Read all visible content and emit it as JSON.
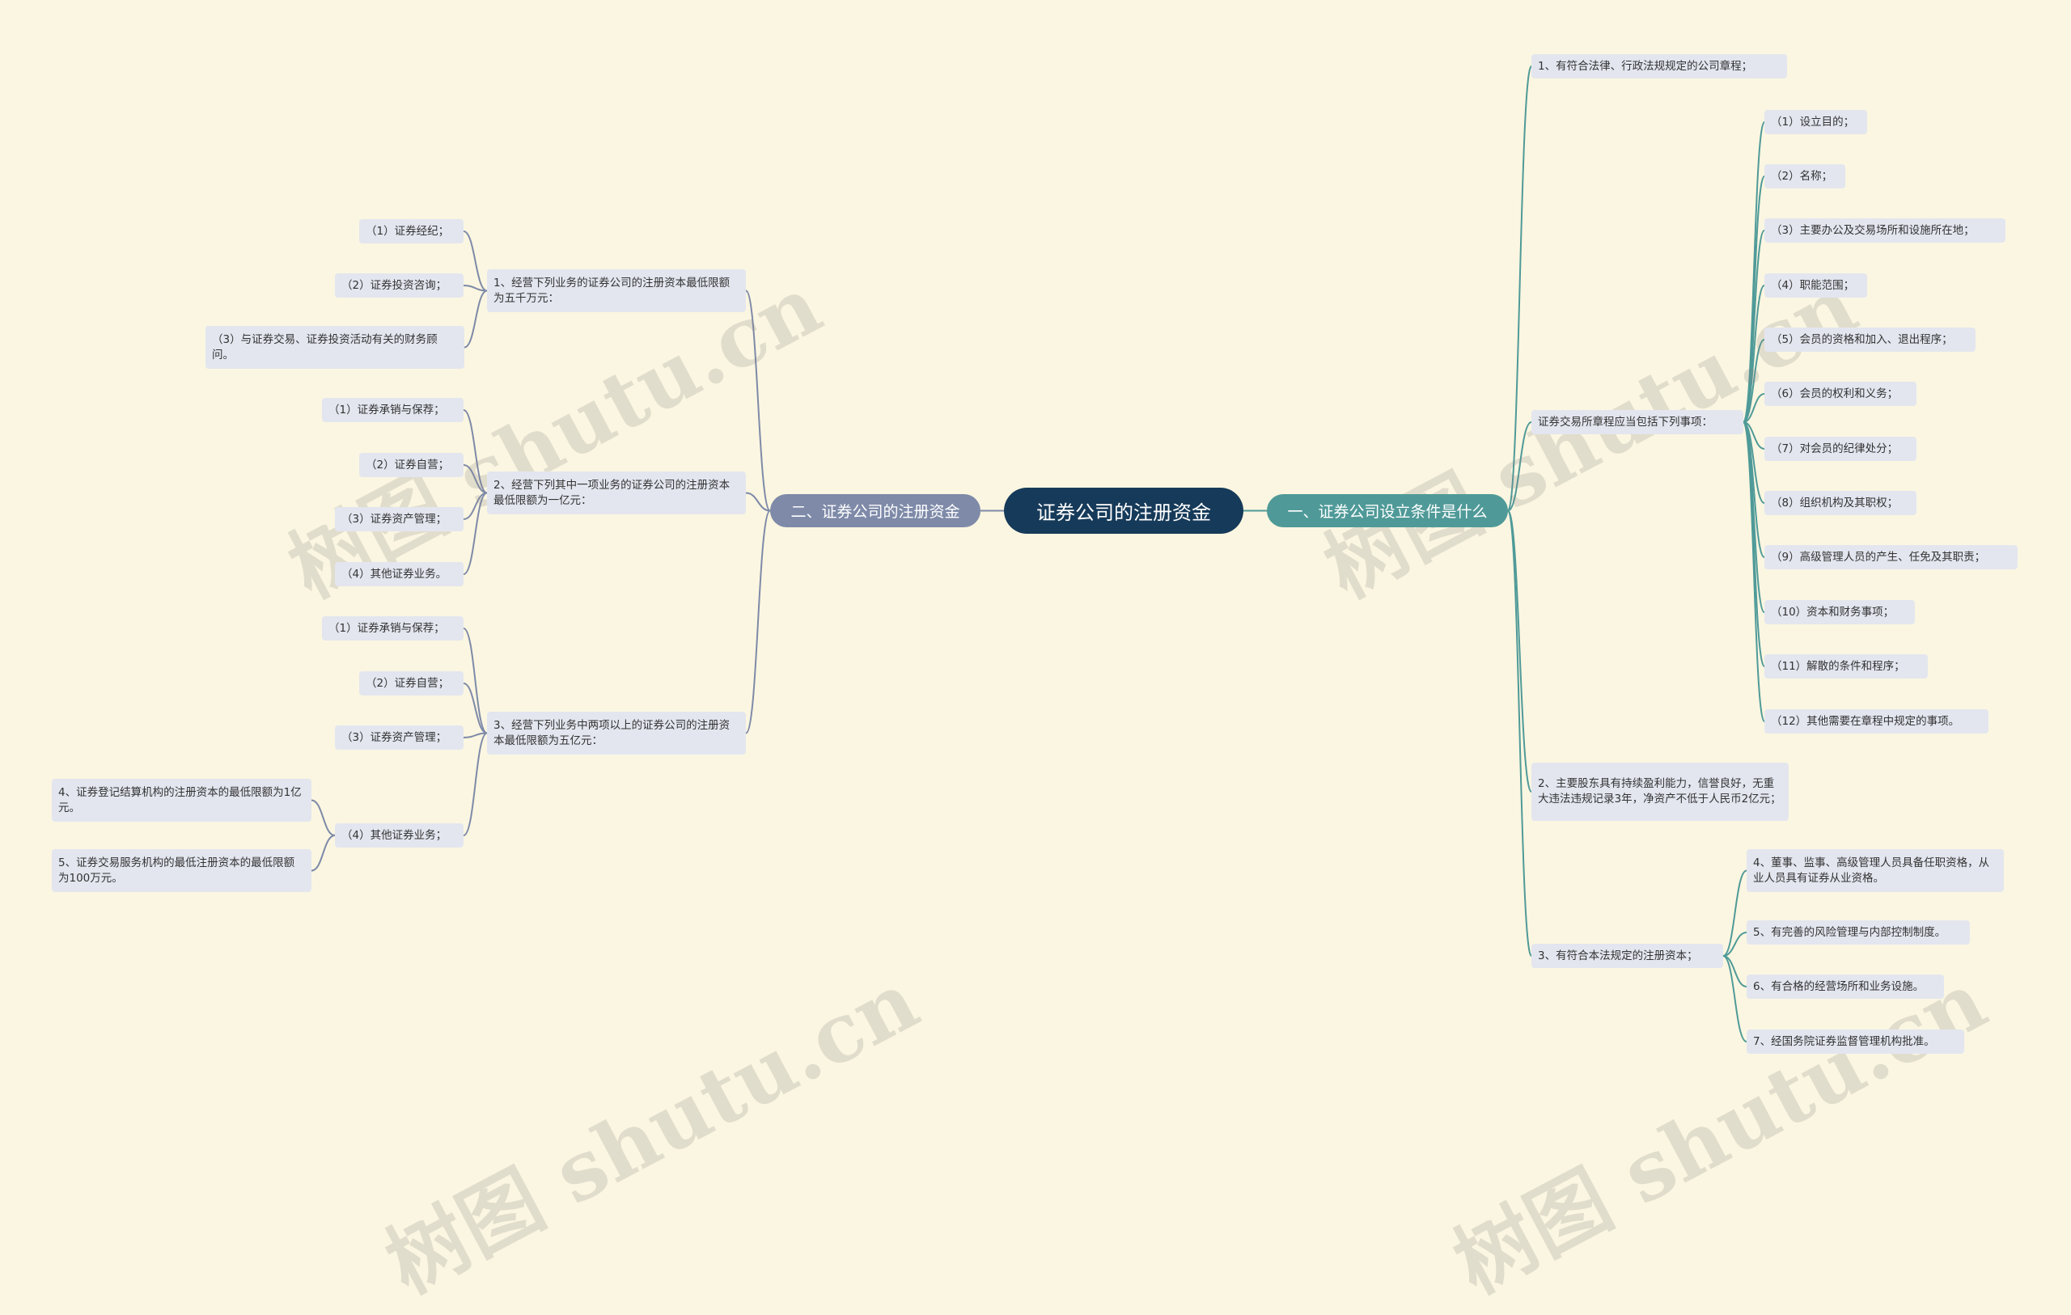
{
  "root": {
    "label": "证券公司的注册资金"
  },
  "right_branch": {
    "label": "一、证券公司设立条件是什么",
    "items": [
      {
        "text": "1、有符合法律、行政法规规定的公司章程；"
      },
      {
        "text": "证券交易所章程应当包括下列事项：",
        "children": [
          "（1）设立目的；",
          "（2）名称；",
          "（3）主要办公及交易场所和设施所在地；",
          "（4）职能范围；",
          "（5）会员的资格和加入、退出程序；",
          "（6）会员的权利和义务；",
          "（7）对会员的纪律处分；",
          "（8）组织机构及其职权；",
          "（9）高级管理人员的产生、任免及其职责；",
          "（10）资本和财务事项；",
          "（11）解散的条件和程序；",
          "（12）其他需要在章程中规定的事项。"
        ]
      },
      {
        "text": "2、主要股东具有持续盈利能力，信誉良好，无重大违法违规记录3年，净资产不低于人民币2亿元；"
      },
      {
        "text": "3、有符合本法规定的注册资本；",
        "children": [
          "4、董事、监事、高级管理人员具备任职资格，从业人员具有证券从业资格。",
          "5、有完善的风险管理与内部控制制度。",
          "6、有合格的经营场所和业务设施。",
          "7、经国务院证券监督管理机构批准。"
        ]
      }
    ]
  },
  "left_branch": {
    "label": "二、证券公司的注册资金",
    "items": [
      {
        "text": "1、经营下列业务的证券公司的注册资本最低限额为五千万元：",
        "children": [
          "（1）证券经纪；",
          "（2）证券投资咨询；",
          "（3）与证券交易、证券投资活动有关的财务顾问。"
        ]
      },
      {
        "text": "2、经营下列其中一项业务的证券公司的注册资本最低限额为一亿元：",
        "children": [
          "（1）证券承销与保荐；",
          "（2）证券自营；",
          "（3）证券资产管理；",
          "（4）其他证券业务。"
        ]
      },
      {
        "text": "3、经营下列业务中两项以上的证券公司的注册资本最低限额为五亿元：",
        "children": [
          "（1）证券承销与保荐；",
          "（2）证券自营；",
          "（3）证券资产管理；",
          "（4）其他证券业务；"
        ],
        "grandchildren": [
          "4、证券登记结算机构的注册资本的最低限额为1亿元。",
          "5、证券交易服务机构的最低注册资本的最低限额为100万元。"
        ]
      }
    ]
  },
  "watermark": "树图 shutu.cn",
  "colors": {
    "background": "#fbf6e1",
    "root": "#163a59",
    "right_branch": "#4f9a98",
    "left_branch": "#7e8aa8",
    "node": "#e3e6ef",
    "right_line": "#4f9a98",
    "left_line": "#7e8aa8"
  }
}
